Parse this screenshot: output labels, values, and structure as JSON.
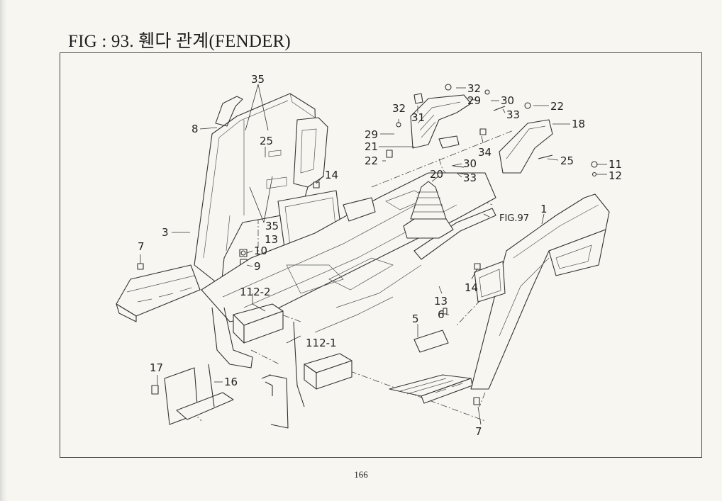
{
  "title": "FIG : 93. 휀다 관계(FENDER)",
  "page_number": "166",
  "callouts": {
    "c35a": "35",
    "c8": "8",
    "c25a": "25",
    "c14a": "14",
    "c35b": "35",
    "c13a": "13",
    "c3": "3",
    "c10": "10",
    "c9": "9",
    "c7a": "7",
    "c112_2": "112-2",
    "c112_1": "112-1",
    "c17": "17",
    "c16": "16",
    "c32a": "32",
    "c31": "31",
    "c29a": "29",
    "c21": "21",
    "c22a": "22",
    "c32b": "32",
    "c29b": "29",
    "c30a": "30",
    "c33a": "33",
    "c22b": "22",
    "c18": "18",
    "c34": "34",
    "c25b": "25",
    "c30b": "30",
    "c20": "20",
    "c33b": "33",
    "c11": "11",
    "c12": "12",
    "cfig97": "FIG.97",
    "c1": "1",
    "c14b": "14",
    "c13b": "13",
    "c6": "6",
    "c5": "5",
    "c7b": "7"
  }
}
